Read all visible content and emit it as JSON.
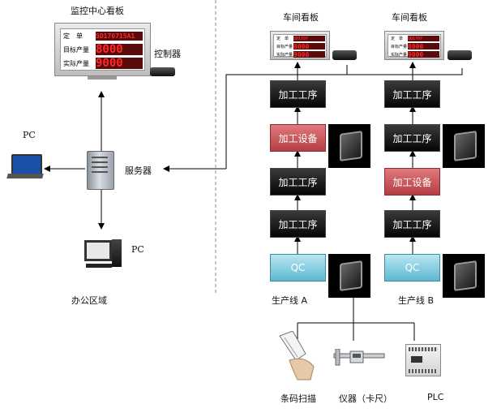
{
  "office": {
    "monitor_board_title": "监控中心看板",
    "controller_label": "控制器",
    "server_label": "服务器",
    "pc_label_left": "PC",
    "pc_label_bottom": "PC",
    "area_label": "办公区域",
    "board": {
      "row1_key": "定　单",
      "row1_value": "SD170715A1",
      "row2_key": "目标产量",
      "row2_value": "8000",
      "row3_key": "实际产量",
      "row3_value": "9000"
    }
  },
  "workshop_board_title": "车间看板",
  "mini_board": {
    "row1_key": "定　单",
    "row1_value": "SD1707",
    "row2_key": "目标产量",
    "row2_value": "8000",
    "row3_key": "实际产量",
    "row3_value": "9000"
  },
  "line_a": {
    "label": "生产线 A",
    "steps": [
      "加工工序",
      "加工设备",
      "加工工序",
      "加工工序",
      "QC"
    ]
  },
  "line_b": {
    "label": "生产线 B",
    "steps": [
      "加工工序",
      "加工工序",
      "加工设备",
      "加工工序",
      "QC"
    ]
  },
  "devices": {
    "barcode": "条码扫描",
    "instrument": "仪器（卡尺）",
    "plc": "PLC"
  },
  "colors": {
    "process_dark": "#1a1a1a",
    "equipment_red": "#c8545a",
    "qc_blue": "#7cc9de",
    "digit_red": "#ff2a2a"
  }
}
